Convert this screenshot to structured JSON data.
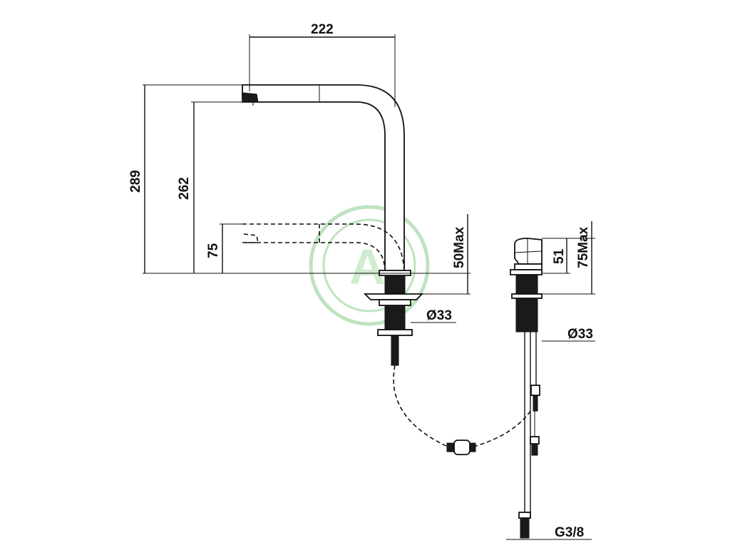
{
  "dimensions": {
    "spout_reach": "222",
    "overall_height": "289",
    "spout_height": "262",
    "pulldown_height": "75",
    "deck_thickness_front": "50Max",
    "hole_diameter_front": "Ø33",
    "handle_height": "51",
    "deck_thickness_side": "75Max",
    "hole_diameter_side": "Ø33",
    "connection_thread": "G3/8"
  }
}
